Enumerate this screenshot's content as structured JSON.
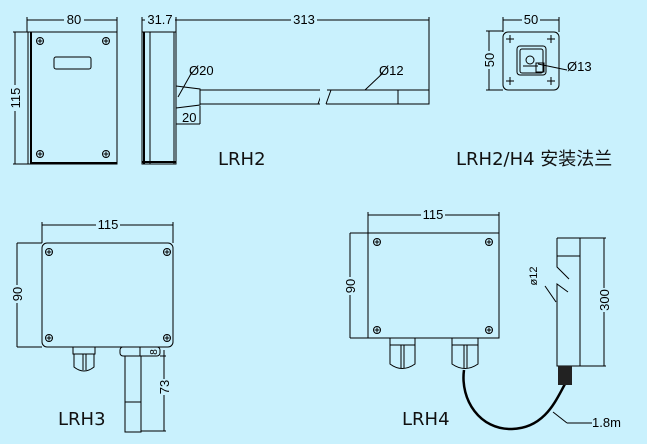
{
  "lrh2": {
    "label": "LRH2",
    "dim_width": "80",
    "dim_height": "115",
    "dim_depth": "31.7",
    "dim_probe_length": "313",
    "dim_gland_dia": "Ø20",
    "dim_gland_len": "20",
    "dim_probe_dia": "Ø12"
  },
  "flange": {
    "label": "LRH2/H4 安装法兰",
    "dim_width": "50",
    "dim_height": "50",
    "dim_hole": "Ø13"
  },
  "lrh3": {
    "label": "LRH3",
    "dim_width": "115",
    "dim_height": "90",
    "dim_probe_length": "73",
    "dim_probe_offset": "8"
  },
  "lrh4": {
    "label": "LRH4",
    "dim_width": "115",
    "dim_height": "90",
    "dim_probe_length": "300",
    "dim_probe_dia": "ø12",
    "dim_cable": "1.8m"
  }
}
